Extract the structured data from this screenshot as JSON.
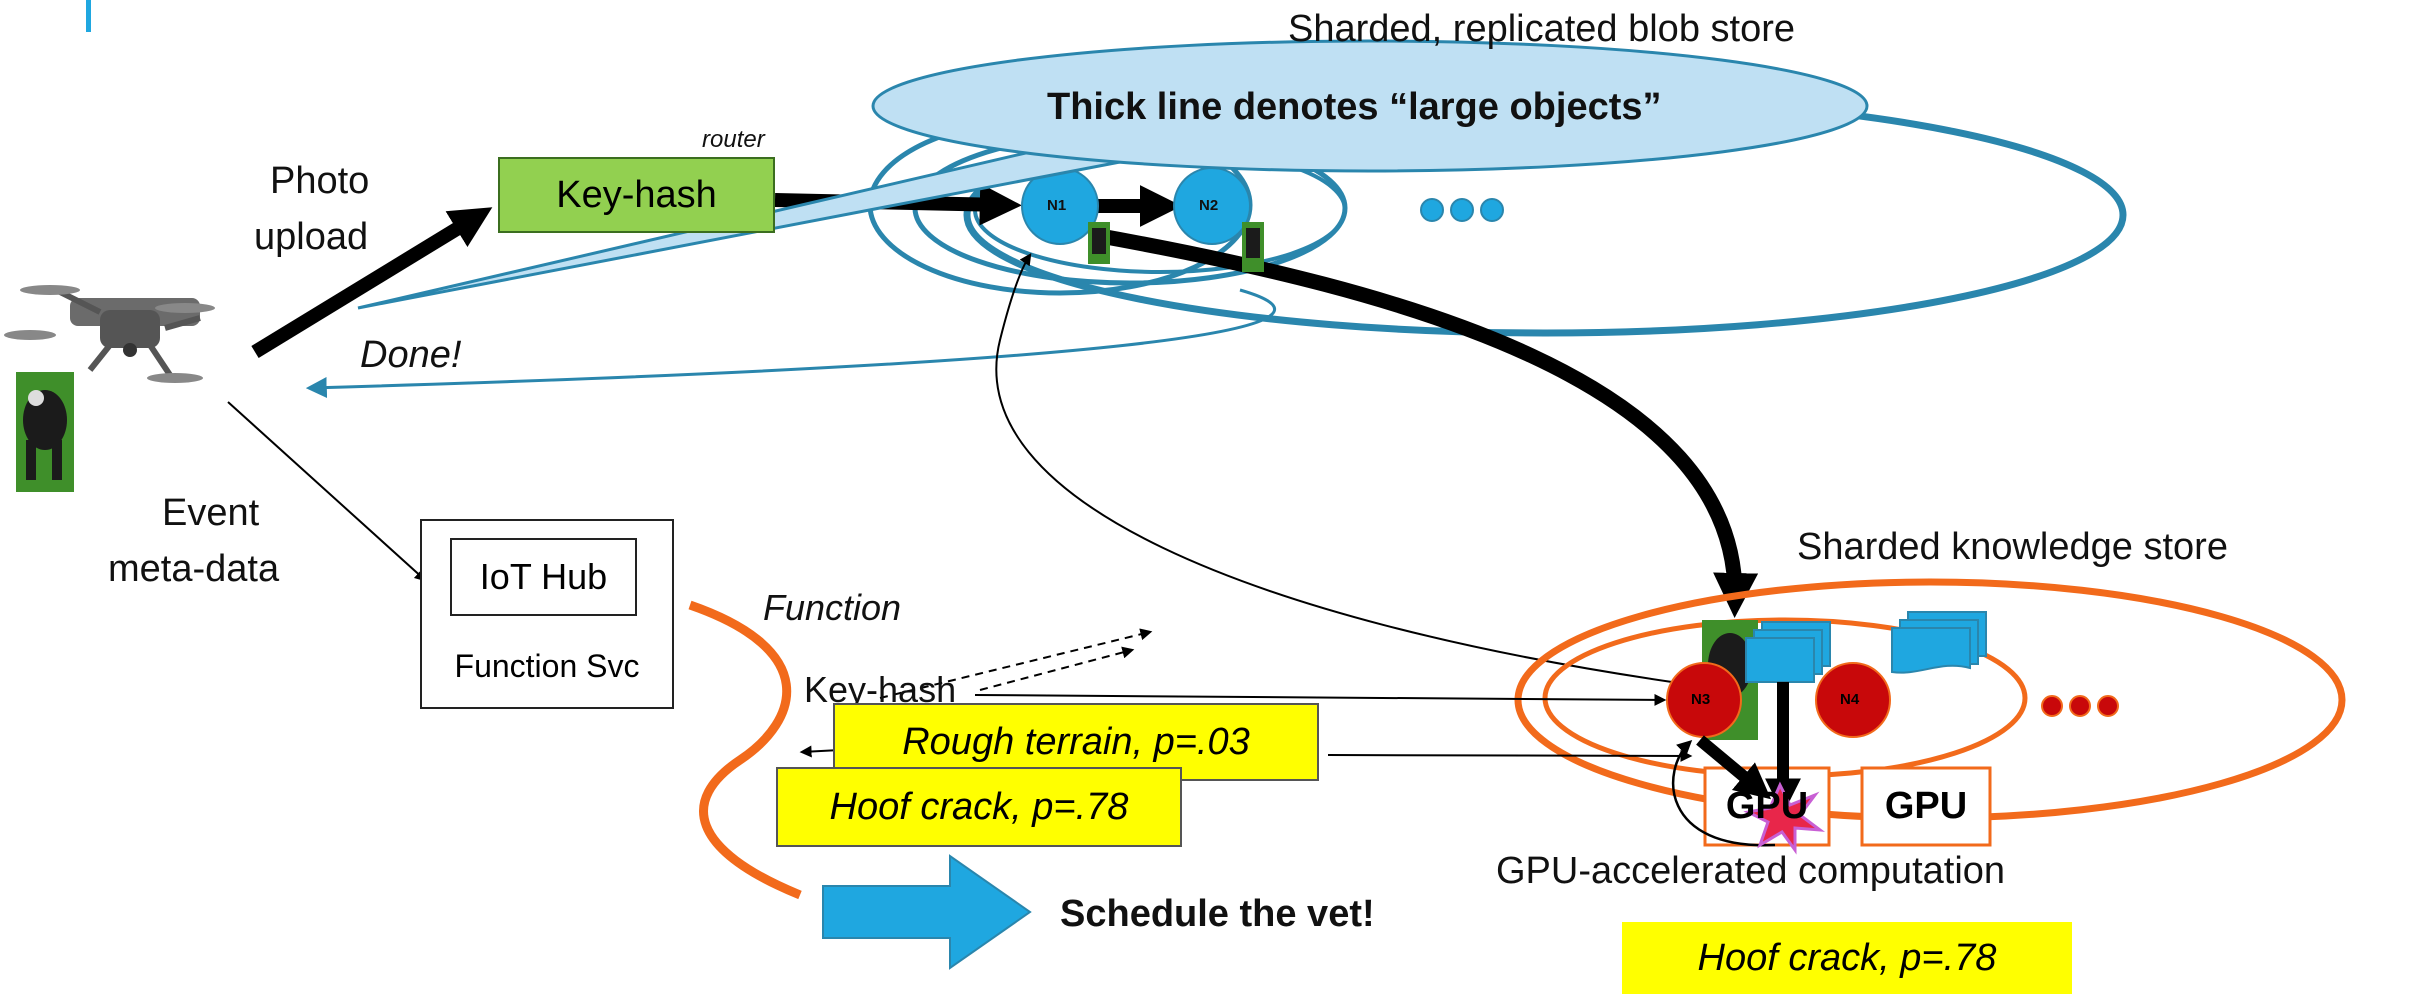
{
  "colors": {
    "blob_ring": "#2a86ad",
    "node_blue": "#1fa7e0",
    "knowledge_ring": "#f26a1b",
    "node_red": "#c8080a",
    "router_green": "#92d050",
    "highlight_yellow": "#ffff00",
    "callout_fill": "#bfe0f3",
    "arrow_blue": "#1fa7e0"
  },
  "left": {
    "photo_upload": [
      "Photo",
      "upload"
    ],
    "done": "Done!",
    "event_meta": [
      "Event",
      "meta-data"
    ],
    "drone_icon": "drone-icon",
    "cow_icon": "cow-photo-icon"
  },
  "router": {
    "tag": "router",
    "label": "Key-hash"
  },
  "blob_store": {
    "title": "Sharded, replicated blob store",
    "nodes": [
      "N1",
      "N2"
    ],
    "callout": "Thick line denotes “large objects”"
  },
  "function_svc": {
    "hub": "IoT Hub",
    "label": "Function Svc"
  },
  "function_area": {
    "function_label": "Function",
    "key_hash": "Key-hash",
    "rough_terrain": "Rough terrain, p=.03",
    "hoof_crack": "Hoof crack, p=.78",
    "schedule": "Schedule the vet!"
  },
  "knowledge_store": {
    "title": "Sharded knowledge store",
    "nodes": [
      "N3",
      "N4"
    ],
    "gpu1": "GPU",
    "gpu2": "GPU",
    "gpu_caption": "GPU-accelerated computation",
    "result": "Hoof crack, p=.78"
  }
}
